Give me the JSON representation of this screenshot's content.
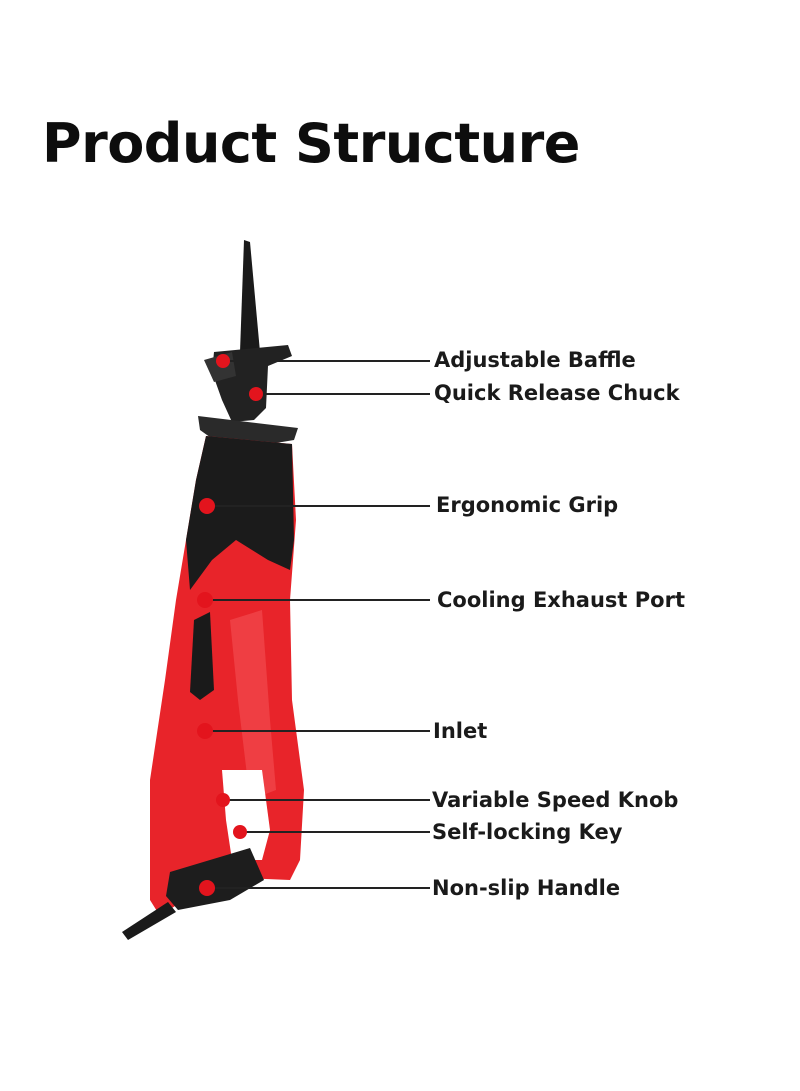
{
  "title": "Product Structure",
  "colors": {
    "body_red": "#e8242a",
    "dark_grip": "#1b1b1b",
    "marker_red": "#e3141d",
    "leader_line": "#222222"
  },
  "callouts": [
    {
      "label": "Adjustable Baffle"
    },
    {
      "label": "Quick Release Chuck"
    },
    {
      "label": "Ergonomic Grip"
    },
    {
      "label": "Cooling Exhaust Port"
    },
    {
      "label": "Inlet"
    },
    {
      "label": "Variable Speed Knob"
    },
    {
      "label": "Self-locking Key"
    },
    {
      "label": "Non-slip Handle"
    }
  ]
}
